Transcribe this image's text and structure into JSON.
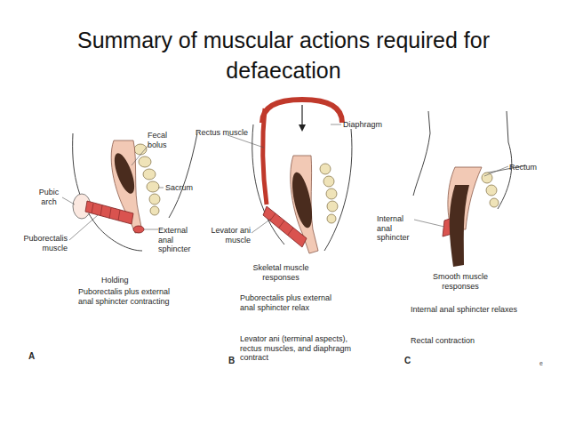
{
  "diagram": {
    "title": "Summary of muscular actions required for defaecation",
    "labels": [
      "Fecal bolus",
      "Rectus muscle",
      "Diaphragm",
      "Sacrum",
      "Pubic arch",
      "Puborectalis muscle",
      "External anal sphincter",
      "Levator ani muscle",
      "Rectum",
      "Internal anal sphincter",
      "Holding",
      "Puborectalis plus external anal sphincter contracting",
      "Skeletal muscle responses",
      "Puborectalis plus external anal sphincter relax",
      "Levator ani (terminal aspects), rectus muscles, and diaphragm contract",
      "Smooth muscle responses",
      "Internal anal sphincter relaxes",
      "Rectal contraction",
      "A",
      "B",
      "C",
      "e"
    ]
  }
}
